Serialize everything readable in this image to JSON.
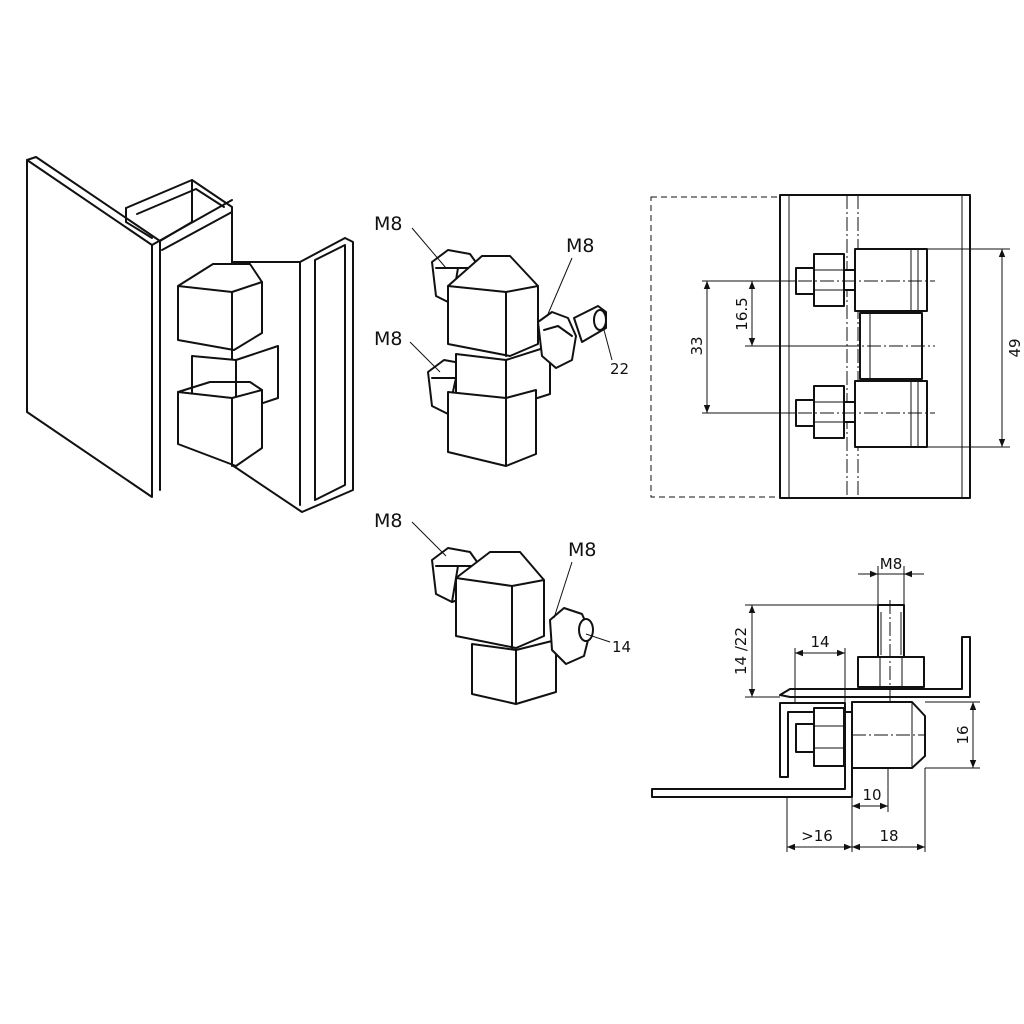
{
  "callouts": {
    "m8_top_left": "M8",
    "m8_top_right": "M8",
    "m8_mid_left": "M8",
    "m8_bottom_left": "M8",
    "m8_bottom_right": "M8",
    "len_22": "22",
    "len_14": "14"
  },
  "front_view": {
    "dim_33": "33",
    "dim_16_5": "16.5",
    "dim_49": "49"
  },
  "section_view": {
    "dim_m8": "M8",
    "dim_14_22": "14 /22",
    "dim_14": "14",
    "dim_16": "16",
    "dim_10": "10",
    "dim_gt16": ">16",
    "dim_18": "18"
  }
}
